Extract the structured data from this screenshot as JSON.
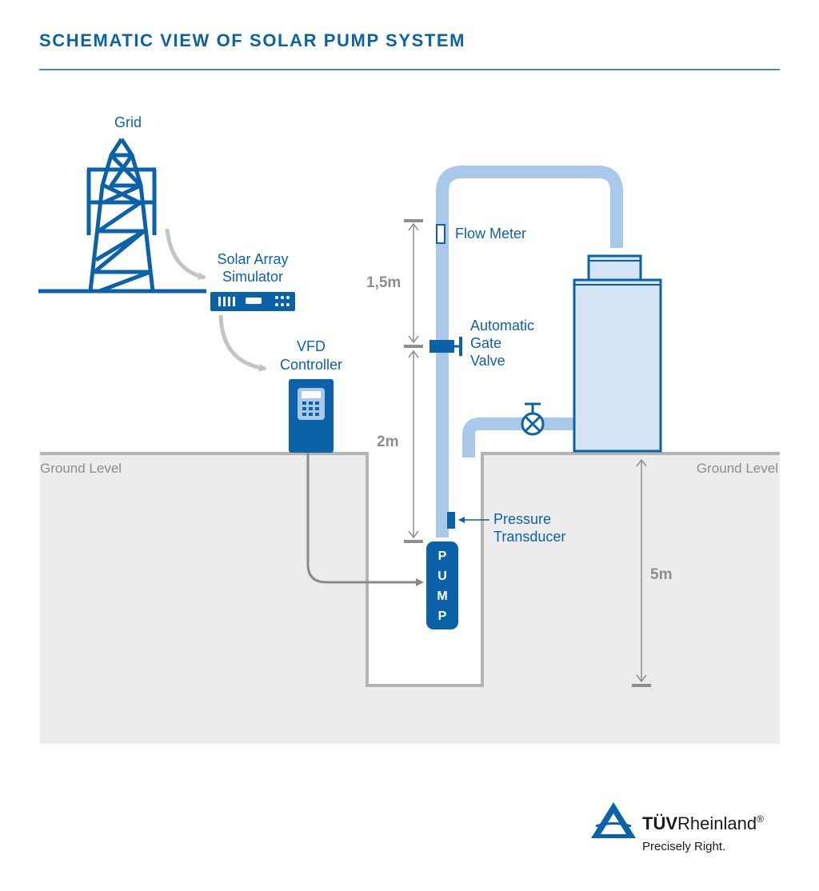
{
  "title": "SCHEMATIC VIEW OF SOLAR PUMP SYSTEM",
  "labels": {
    "grid": "Grid",
    "solar_array_line1": "Solar Array",
    "solar_array_line2": "Simulator",
    "vfd_line1": "VFD",
    "vfd_line2": "Controller",
    "flow_meter": "Flow Meter",
    "gate_valve_line1": "Automatic",
    "gate_valve_line2": "Gate",
    "gate_valve_line3": "Valve",
    "pressure_line1": "Pressure",
    "pressure_line2": "Transducer",
    "ground_left": "Ground Level",
    "ground_right": "Ground Level",
    "pump_letters": [
      "P",
      "U",
      "M",
      "P"
    ]
  },
  "dimensions": {
    "upper": "1,5m",
    "lower": "2m",
    "depth": "5m"
  },
  "logo": {
    "brand_bold": "TÜV",
    "brand_regular": "Rheinland",
    "registered": "®",
    "tagline": "Precisely Right."
  },
  "colors": {
    "brand_blue": "#0b62a8",
    "pipe_light_blue": "#a9c8ea",
    "tank_fill": "#d6e5f6",
    "ground_fill": "#ececec",
    "outline_gray": "#b4b4b4",
    "arrow_gray": "#c4c4c4"
  }
}
